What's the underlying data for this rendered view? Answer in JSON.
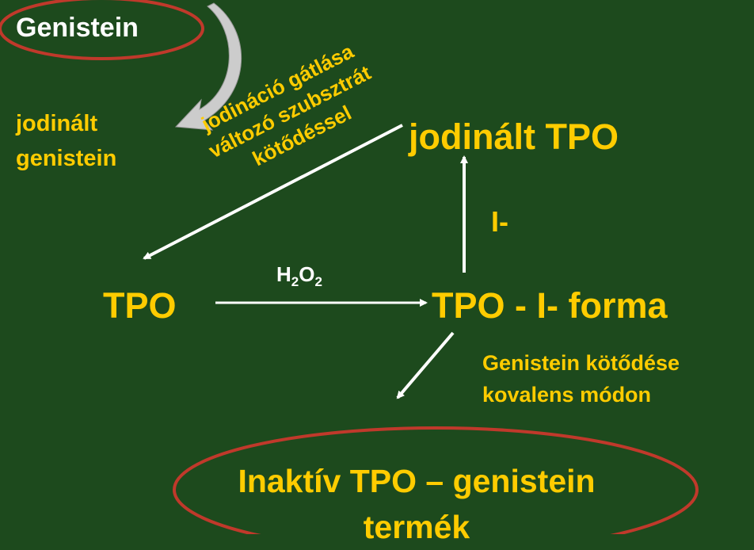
{
  "nodes": {
    "genistein": "Genistein",
    "jodinalt_genistein": "jodinált genistein",
    "jodinalt_tpo": "jodinált TPO",
    "iodide_label": "I-",
    "tpo": "TPO",
    "h2o2": {
      "h": "H",
      "two": "2",
      "o": "O"
    },
    "tpo_i_forma": "TPO -  I-  forma",
    "genistein_kotodese_1": "Genistein kötődése",
    "genistein_kotodese_2": "kovalens módon",
    "inaktiv_1": "Inaktív TPO – genistein",
    "inaktiv_2": "termék"
  },
  "rotated_labels": {
    "line1": "jodináció gátlása",
    "line2": "változó szubsztrát",
    "line3": "kötődéssel"
  },
  "colors": {
    "background": "#1d4a1d",
    "text_accent": "#ffcc00",
    "ellipse": "#c0392b",
    "arrow": "#ffffff",
    "curved_arrow": "#cccccc"
  }
}
